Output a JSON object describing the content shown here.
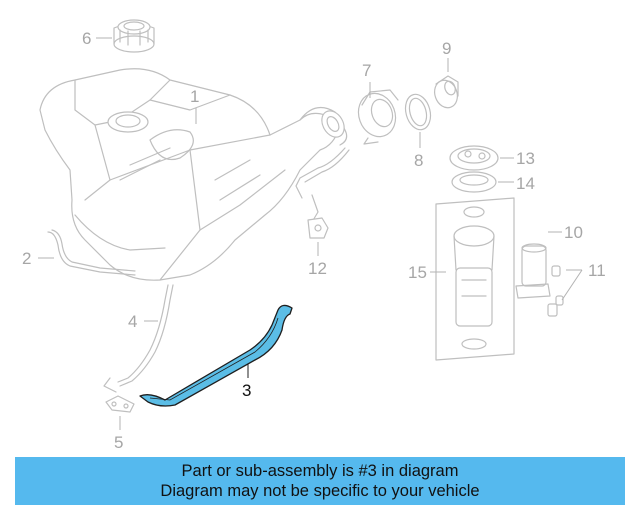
{
  "callouts": {
    "c1": "1",
    "c2": "2",
    "c3": "3",
    "c4": "4",
    "c5": "5",
    "c6": "6",
    "c7": "7",
    "c8": "8",
    "c9": "9",
    "c10": "10",
    "c11": "11",
    "c12": "12",
    "c13": "13",
    "c14": "14",
    "c15": "15"
  },
  "highlighted_part": "3",
  "colors": {
    "highlight_part": "#5bbde6",
    "banner_background": "#55b9ee",
    "faded_parts": "#bfbfbf"
  },
  "banner": {
    "line1": "Part or sub-assembly is #3 in diagram",
    "line2": "Diagram may not be specific to your vehicle"
  }
}
